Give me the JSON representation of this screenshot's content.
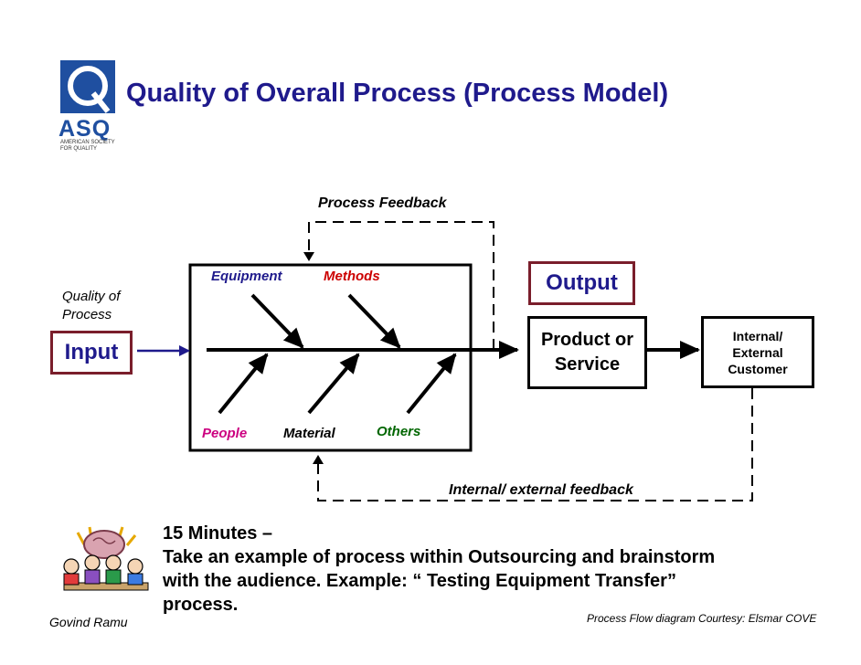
{
  "header": {
    "title": "Quality of Overall Process (Process Model)",
    "logo": {
      "brand": "ASQ",
      "line1": "AMERICAN SOCIETY",
      "line2": "FOR QUALITY"
    }
  },
  "diagram": {
    "feedback_top": "Process Feedback",
    "feedback_bottom": "Internal/ external feedback",
    "quality_of_process": "Quality of Process",
    "input": "Input",
    "output": "Output",
    "product_line1": "Product or",
    "product_line2": "Service",
    "customer_line1": "Internal/",
    "customer_line2": "External",
    "customer_line3": "Customer",
    "causes": {
      "equipment": "Equipment",
      "methods": "Methods",
      "people": "People",
      "material": "Material",
      "others": "Others"
    },
    "colors": {
      "title": "#1f1a8c",
      "box_border": "#7a1e2b",
      "equipment": "#1f1a8c",
      "methods": "#cc0000",
      "people": "#cc0080",
      "material": "#000000",
      "others": "#006600",
      "input_arrow": "#1f1a8c"
    }
  },
  "activity": {
    "line1": "15 Minutes –",
    "line2": "Take an example of process within Outsourcing and brainstorm",
    "line3": "with the audience. Example: “ Testing Equipment Transfer”",
    "line4": "process."
  },
  "footer": {
    "author": "Govind Ramu",
    "courtesy": "Process Flow diagram Courtesy: Elsmar COVE"
  }
}
